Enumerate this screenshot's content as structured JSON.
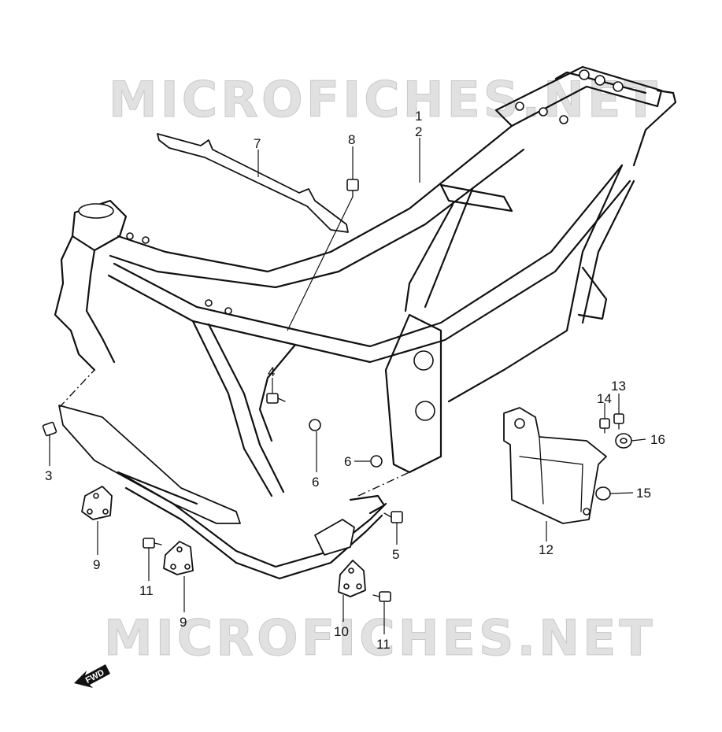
{
  "watermark": {
    "text": "MICROFICHES.NET"
  },
  "fwd_label": "FWD",
  "callouts": [
    {
      "id": "c1",
      "label": "1"
    },
    {
      "id": "c2",
      "label": "2"
    },
    {
      "id": "c3",
      "label": "3"
    },
    {
      "id": "c4",
      "label": "4"
    },
    {
      "id": "c5",
      "label": "5"
    },
    {
      "id": "c6a",
      "label": "6"
    },
    {
      "id": "c6b",
      "label": "6"
    },
    {
      "id": "c7",
      "label": "7"
    },
    {
      "id": "c8",
      "label": "8"
    },
    {
      "id": "c9a",
      "label": "9"
    },
    {
      "id": "c9b",
      "label": "9"
    },
    {
      "id": "c10",
      "label": "10"
    },
    {
      "id": "c11a",
      "label": "11"
    },
    {
      "id": "c11b",
      "label": "11"
    },
    {
      "id": "c12",
      "label": "12"
    },
    {
      "id": "c13",
      "label": "13"
    },
    {
      "id": "c14",
      "label": "14"
    },
    {
      "id": "c15",
      "label": "15"
    },
    {
      "id": "c16",
      "label": "16"
    }
  ]
}
